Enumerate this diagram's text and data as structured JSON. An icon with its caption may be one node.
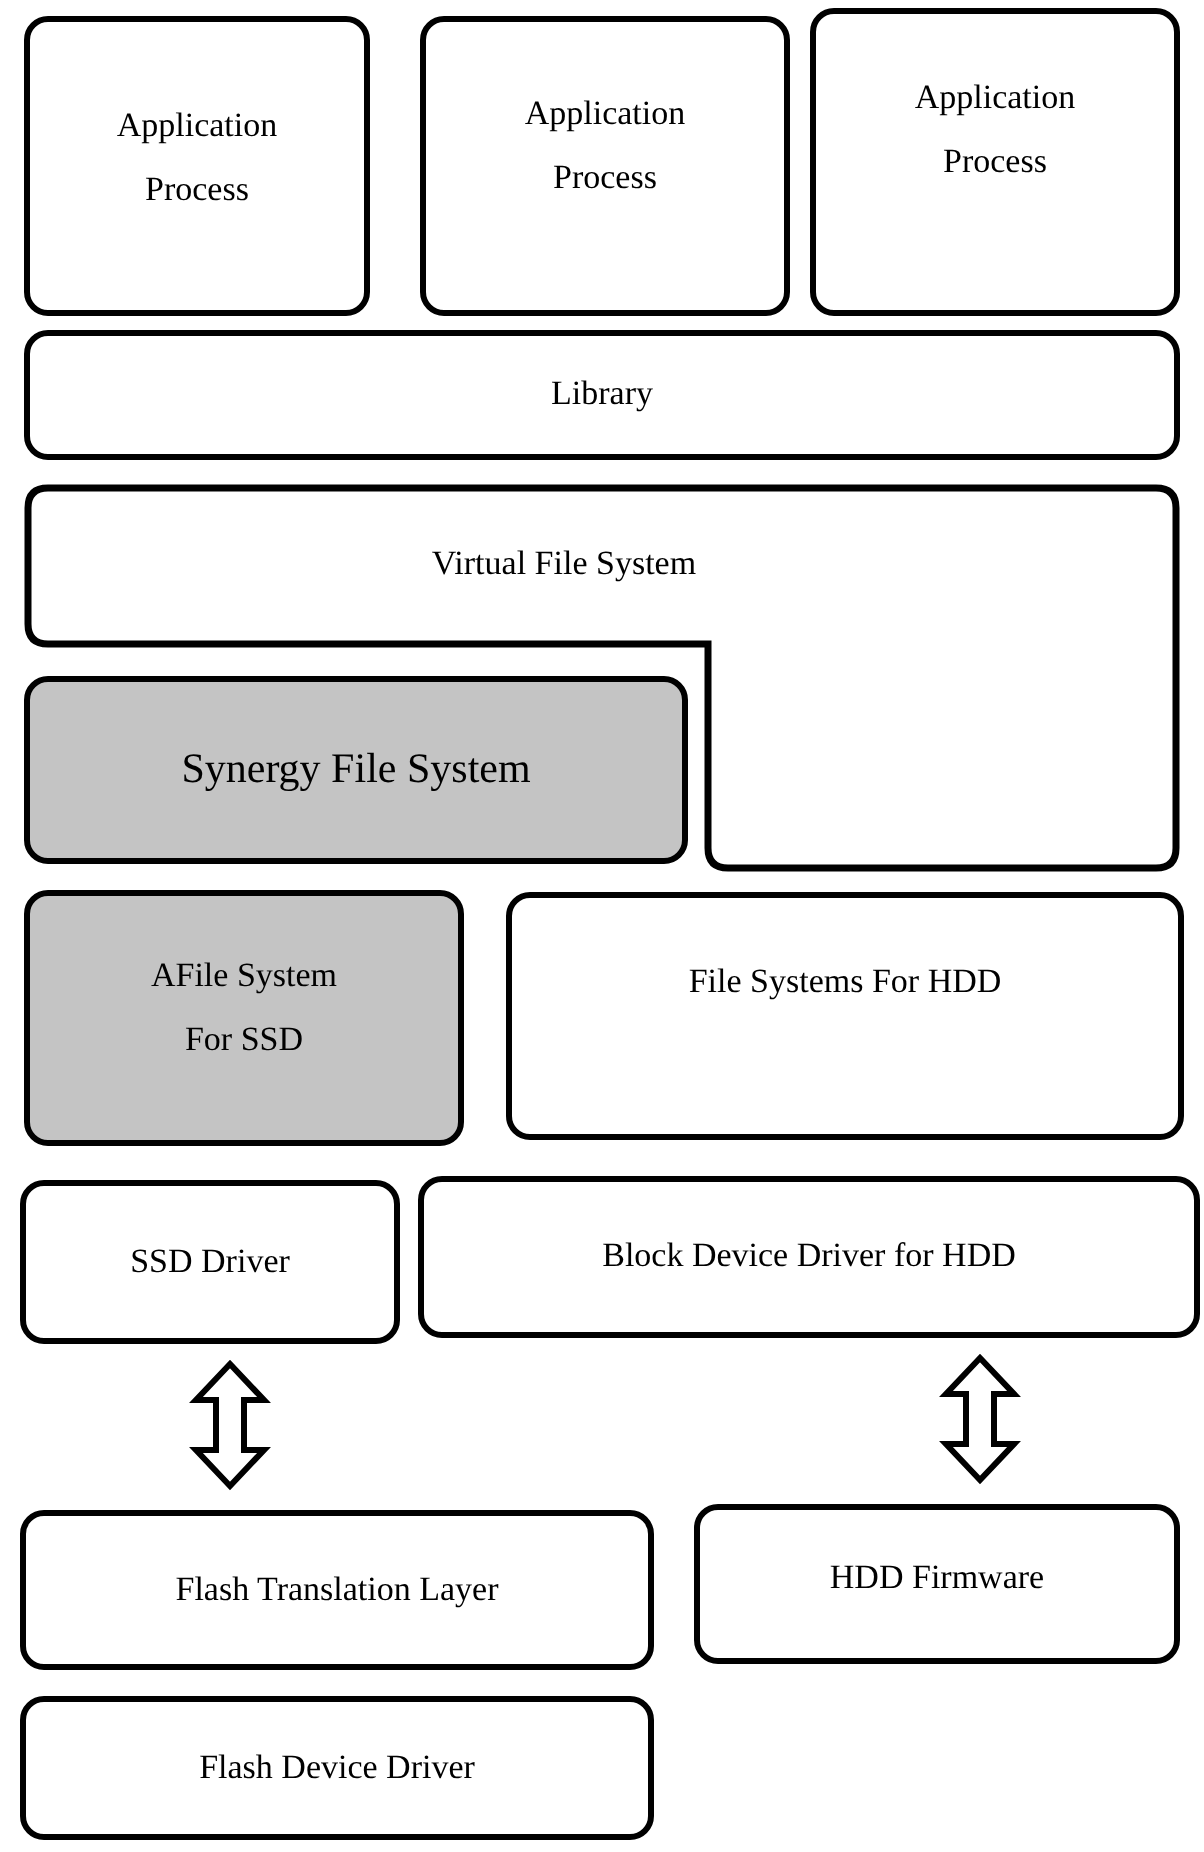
{
  "diagram": {
    "nodes": [
      {
        "text": [
          "Application Process"
        ]
      },
      {
        "text": [
          "Application Process"
        ]
      },
      {
        "text": [
          "Application Process"
        ]
      },
      {
        "text": [
          "Library"
        ]
      },
      {
        "text": [
          "Virtual File System"
        ]
      },
      {
        "text": [
          "Synergy File System"
        ]
      },
      {
        "text": [
          "AFile System For SSD"
        ]
      },
      {
        "text": [
          "File Systems For HDD"
        ]
      },
      {
        "text": [
          "SSD Driver"
        ]
      },
      {
        "text": [
          "Block Device Driver for HDD"
        ]
      },
      {
        "text": [
          "Flash Translation Layer"
        ]
      },
      {
        "text": [
          "HDD Firmware"
        ]
      },
      {
        "text": [
          "Flash Device Driver"
        ]
      }
    ],
    "edges": [
      {
        "from": 8,
        "to": 10,
        "arrow": "both"
      },
      {
        "from": 9,
        "to": 11,
        "arrow": "both"
      }
    ]
  }
}
